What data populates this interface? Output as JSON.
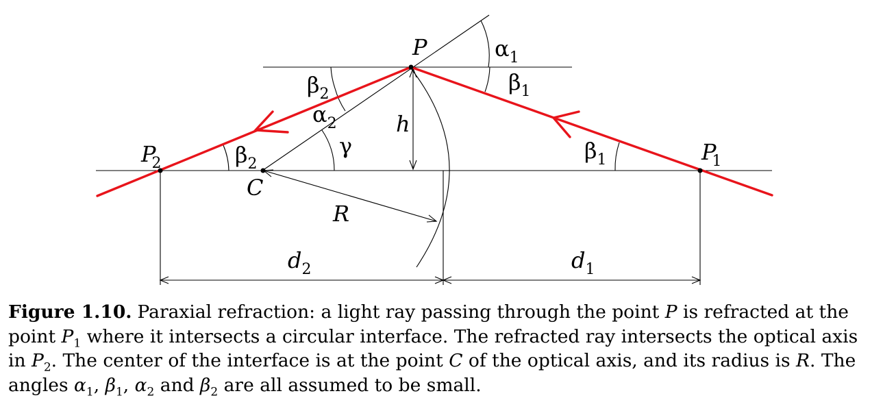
{
  "figure": {
    "labels": {
      "P": "P",
      "alpha": "α",
      "beta": "β",
      "gamma": "γ",
      "h": "h",
      "C": "C",
      "R": "R",
      "d": "d",
      "sub1": "1",
      "sub2": "2"
    }
  },
  "caption": {
    "label": "Figure 1.10.",
    "t1": "Paraxial refraction: a light ray passing through the point ",
    "t2": " is refracted at the point ",
    "t3": " where it intersects a circular interface. The refracted ray intersects the optical axis in ",
    "t4": ". The center of the interface is at the point ",
    "t5": " of the optical axis, and its radius is ",
    "t6": ". The angles ",
    "t7": ", ",
    "t8": ", ",
    "t9": " and ",
    "t10": " are all assumed to be small.",
    "P": "P",
    "C": "C",
    "R": "R",
    "alpha": "α",
    "beta": "β",
    "one": "1",
    "two": "2"
  },
  "colors": {
    "ray": "#e8141b",
    "line": "#000000"
  }
}
